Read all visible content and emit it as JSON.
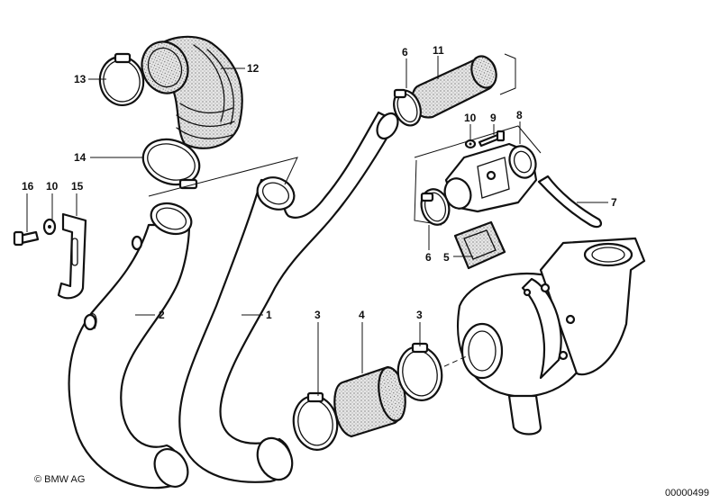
{
  "diagram": {
    "callouts": {
      "c1": "1",
      "c2": "2",
      "c3a": "3",
      "c3b": "3",
      "c4": "4",
      "c5": "5",
      "c6a": "6",
      "c6b": "6",
      "c7": "7",
      "c8": "8",
      "c9": "9",
      "c10a": "10",
      "c10b": "10",
      "c11": "11",
      "c12": "12",
      "c13": "13",
      "c14": "14",
      "c15": "15",
      "c16": "16"
    },
    "copyright": "© BMW AG",
    "image_number": "00000499"
  }
}
